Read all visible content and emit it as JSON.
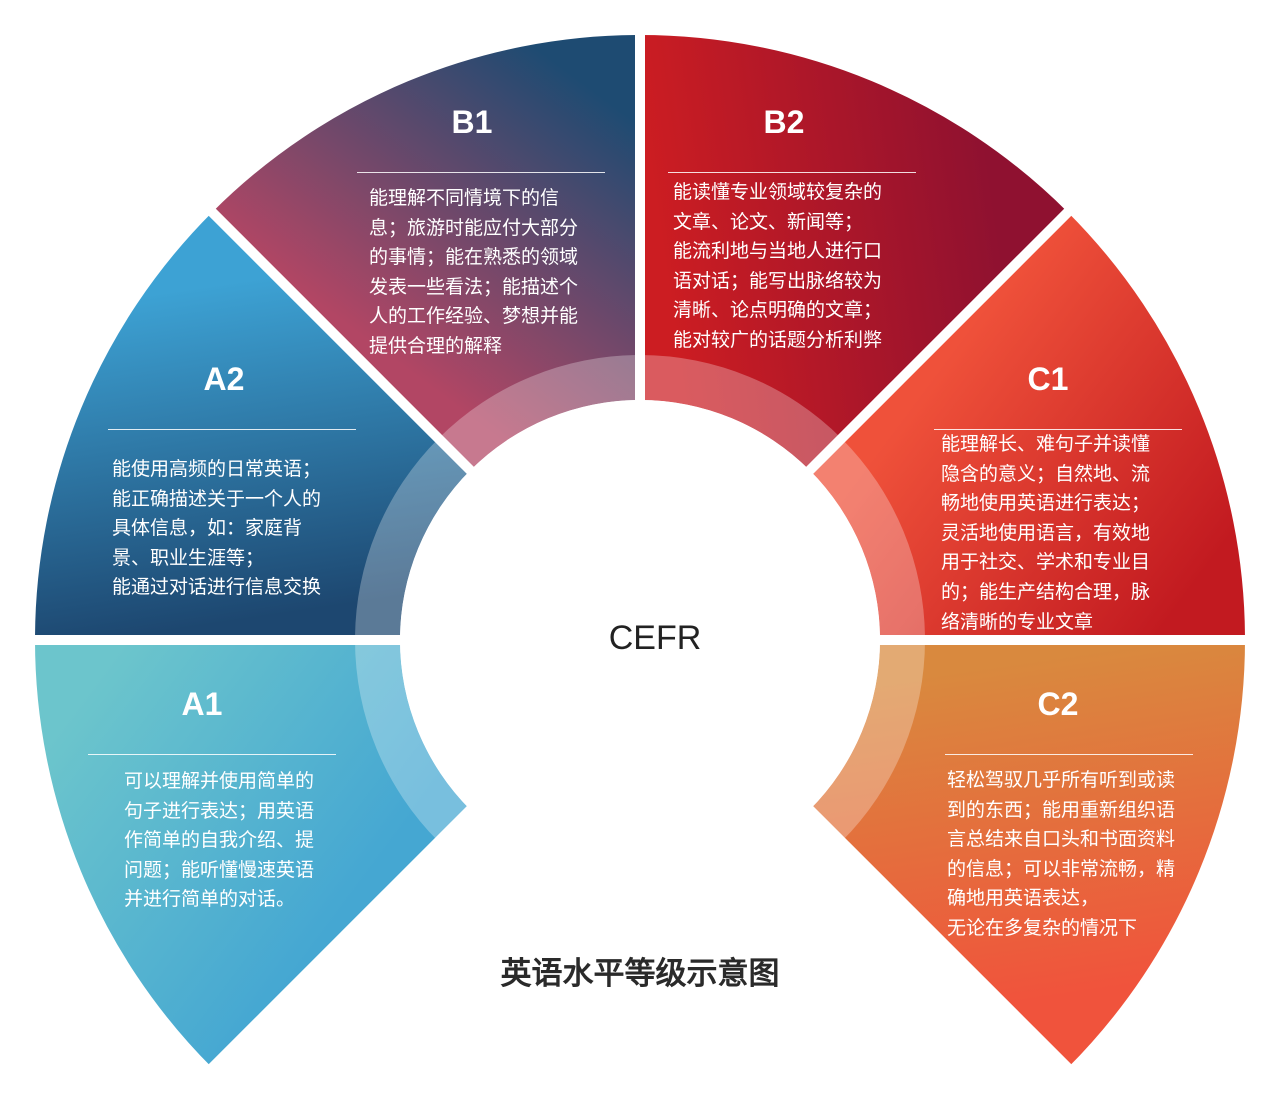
{
  "center_label": "CEFR",
  "caption": "英语水平等级示意图",
  "segments": [
    {
      "id": "a1",
      "title": "A1",
      "description": "可以理解并使用简单的\n句子进行表达；用英语\n作简单的自我介绍、提\n问题；能听懂慢速英语\n并进行简单的对话。",
      "colors": [
        "#6cc5cc",
        "#45a7d2"
      ]
    },
    {
      "id": "a2",
      "title": "A2",
      "description": "能使用高频的日常英语；\n能正确描述关于一个人的\n具体信息，如：家庭背\n景、职业生涯等；\n能通过对话进行信息交换",
      "colors": [
        "#3da2d4",
        "#1d4770"
      ]
    },
    {
      "id": "b1",
      "title": "B1",
      "description": "能理解不同情境下的信\n息；旅游时能应付大部分\n的事情；能在熟悉的领域\n发表一些看法；能描述个\n人的工作经验、梦想并能\n提供合理的解释",
      "colors": [
        "#1e4b72",
        "#b24664"
      ]
    },
    {
      "id": "b2",
      "title": "B2",
      "description": "能读懂专业领域较复杂的\n文章、论文、新闻等；\n能流利地与当地人进行口\n语对话；能写出脉络较为\n清晰、论点明确的文章；\n能对较广的话题分析利弊",
      "colors": [
        "#8f1130",
        "#cc1d22"
      ]
    },
    {
      "id": "c1",
      "title": "C1",
      "description": "能理解长、难句子并读懂\n隐含的意义；自然地、流\n畅地使用英语进行表达；\n灵活地使用语言，有效地\n用于社交、学术和专业目\n的；能生产结构合理，脉\n络清晰的专业文章",
      "colors": [
        "#c21a20",
        "#ef513a"
      ]
    },
    {
      "id": "c2",
      "title": "C2",
      "description": "轻松驾驭几乎所有听到或读\n到的东西；能用重新组织语\n言总结来自口头和书面资料\n的信息；可以非常流畅，精\n确地用英语表达，\n无论在多复杂的情况下",
      "colors": [
        "#f0533c",
        "#d9893e"
      ]
    }
  ]
}
